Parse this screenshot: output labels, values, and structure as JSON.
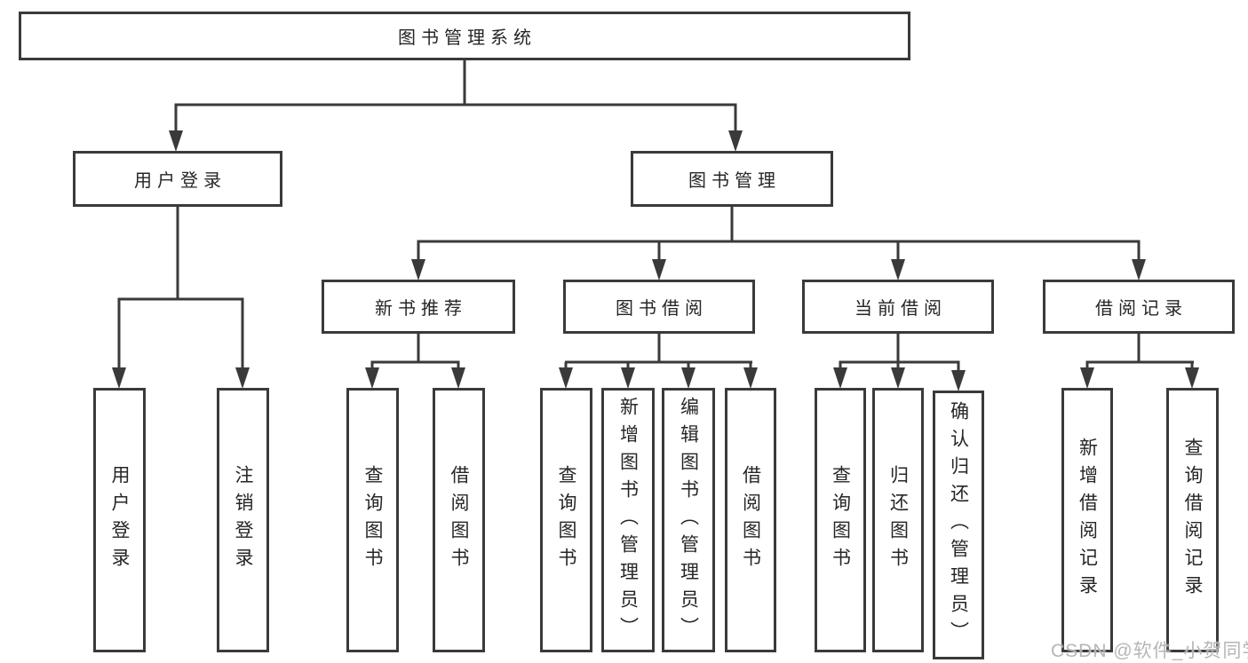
{
  "colors": {
    "line": "#3a3a3a",
    "box_border": "#3a3a3a",
    "text": "#262626",
    "background": "#ffffff",
    "watermark": "#b0b0b0"
  },
  "watermark": {
    "text": "CSDN @软件_小贺同学"
  },
  "tree": {
    "root": {
      "label": "图书管理系统"
    },
    "branches": [
      {
        "label": "用户登录",
        "children": [
          {
            "label": "用户登录"
          },
          {
            "label": "注销登录"
          }
        ]
      },
      {
        "label": "图书管理",
        "children": [
          {
            "label": "新书推荐",
            "children": [
              {
                "label": "查询图书"
              },
              {
                "label": "借阅图书"
              }
            ]
          },
          {
            "label": "图书借阅",
            "children": [
              {
                "label": "查询图书"
              },
              {
                "label": "新增图书（管理员）"
              },
              {
                "label": "编辑图书（管理员）"
              },
              {
                "label": "借阅图书"
              }
            ]
          },
          {
            "label": "当前借阅",
            "children": [
              {
                "label": "查询图书"
              },
              {
                "label": "归还图书"
              },
              {
                "label": "确认归还（管理员）"
              }
            ]
          },
          {
            "label": "借阅记录",
            "children": [
              {
                "label": "新增借阅记录"
              },
              {
                "label": "查询借阅记录"
              }
            ]
          }
        ]
      }
    ]
  }
}
